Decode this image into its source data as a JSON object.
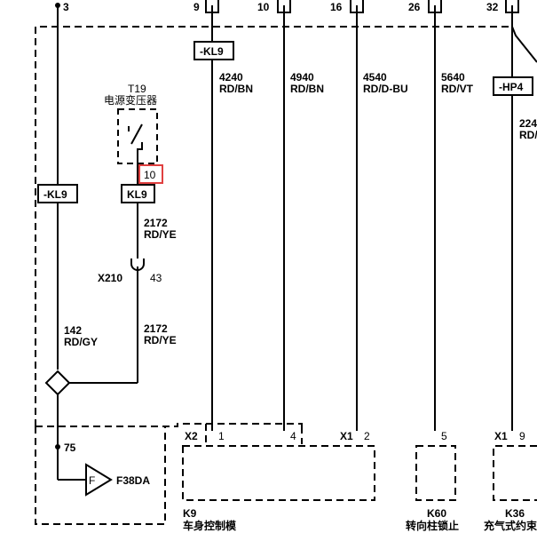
{
  "top_pins": {
    "p3": "3",
    "p9": "9",
    "p10": "10",
    "p16": "16",
    "p26": "26",
    "p32": "32"
  },
  "tags": {
    "kl9_top": "-KL9",
    "kl9_left": "-KL9",
    "kl9_box": "KL9",
    "hp4": "-HP4"
  },
  "wires": {
    "w4240": {
      "num": "4240",
      "color": "RD/BN"
    },
    "w4940": {
      "num": "4940",
      "color": "RD/BN"
    },
    "w4540": {
      "num": "4540",
      "color": "RD/D-BU"
    },
    "w5640": {
      "num": "5640",
      "color": "RD/VT"
    },
    "w224": {
      "num": "224",
      "color": "RD/"
    },
    "w2172a": {
      "num": "2172",
      "color": "RD/YE"
    },
    "w2172b": {
      "num": "2172",
      "color": "RD/YE"
    },
    "w142": {
      "num": "142",
      "color": "RD/GY"
    }
  },
  "t19": {
    "id": "T19",
    "name": "电源变压器",
    "pin": "10"
  },
  "x210": {
    "id": "X210",
    "pin": "43"
  },
  "splice_pin": "75",
  "fuse": {
    "symbol": "F",
    "label": "F38DA"
  },
  "connectors": {
    "x2": "X2",
    "x2_pin1": "1",
    "x2_pin4": "4",
    "x1_k9": "X1",
    "x1_k9_pin2": "2",
    "k60_pin": "5",
    "x1_k36": "X1",
    "k36_pin": "9"
  },
  "modules": {
    "k9": {
      "id": "K9",
      "name": "车身控制模"
    },
    "k60": {
      "id": "K60",
      "name": "转向柱锁止"
    },
    "k36": {
      "id": "K36",
      "name": "充气式约束"
    }
  },
  "colors": {
    "line": "#000000",
    "highlight": "#e04040"
  }
}
